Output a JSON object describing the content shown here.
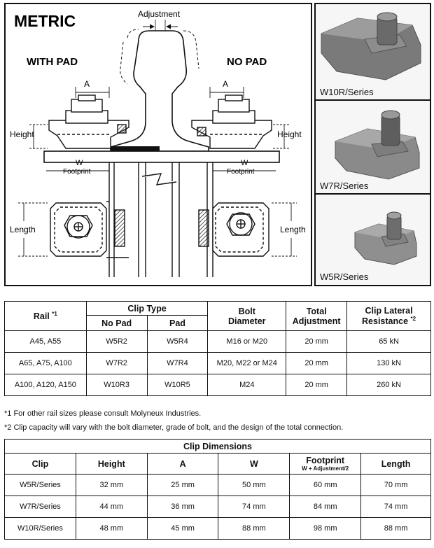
{
  "diagram": {
    "title": "METRIC",
    "with_pad": "WITH PAD",
    "no_pad": "NO PAD",
    "adjustment": "Adjustment",
    "label_a": "A",
    "label_height": "Height",
    "label_w": "W",
    "label_footprint": "Footprint",
    "label_length": "Length"
  },
  "photos": [
    {
      "caption": "W10R/Series"
    },
    {
      "caption": "W7R/Series"
    },
    {
      "caption": "W5R/Series"
    }
  ],
  "rail_table": {
    "headers": {
      "rail": "Rail",
      "rail_sup": "*1",
      "clip_type": "Clip Type",
      "no_pad": "No Pad",
      "pad": "Pad",
      "bolt_diameter_1": "Bolt",
      "bolt_diameter_2": "Diameter",
      "total_adjustment_1": "Total",
      "total_adjustment_2": "Adjustment",
      "clip_lateral_1": "Clip Lateral",
      "clip_lateral_2": "Resistance",
      "clip_lateral_sup": "*2"
    },
    "rows": [
      {
        "rail": "A45, A55",
        "no_pad": "W5R2",
        "pad": "W5R4",
        "bolt": "M16 or M20",
        "adjustment": "20 mm",
        "resistance": "65 kN"
      },
      {
        "rail": "A65, A75, A100",
        "no_pad": "W7R2",
        "pad": "W7R4",
        "bolt": "M20, M22 or M24",
        "adjustment": "20 mm",
        "resistance": "130 kN"
      },
      {
        "rail": "A100, A120, A150",
        "no_pad": "W10R3",
        "pad": "W10R5",
        "bolt": "M24",
        "adjustment": "20 mm",
        "resistance": "260 kN"
      }
    ]
  },
  "notes": {
    "note1": "*1  For other rail sizes please consult Molyneux Industries.",
    "note2": "*2  Clip capacity will vary with the bolt diameter, grade of bolt, and the design of the total connection."
  },
  "dims_table": {
    "title": "Clip Dimensions",
    "headers": {
      "clip": "Clip",
      "height": "Height",
      "a": "A",
      "w": "W",
      "footprint": "Footprint",
      "footprint_sub": "W + Adjustment/2",
      "length": "Length"
    },
    "rows": [
      {
        "clip": "W5R/Series",
        "height": "32 mm",
        "a": "25 mm",
        "w": "50 mm",
        "footprint": "60 mm",
        "length": "70 mm"
      },
      {
        "clip": "W7R/Series",
        "height": "44 mm",
        "a": "36 mm",
        "w": "74 mm",
        "footprint": "84 mm",
        "length": "74 mm"
      },
      {
        "clip": "W10R/Series",
        "height": "48 mm",
        "a": "45 mm",
        "w": "88 mm",
        "footprint": "98 mm",
        "length": "88 mm"
      }
    ]
  }
}
